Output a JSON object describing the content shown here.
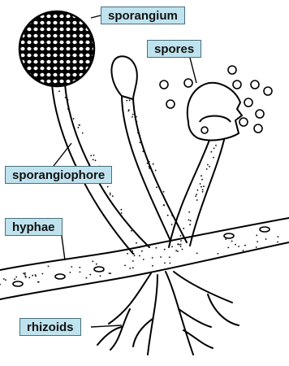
{
  "labels": {
    "sporangium": "sporangium",
    "spores": "spores",
    "sporangiophore": "sporangiophore",
    "hyphae": "hyphae",
    "rhizoids": "rhizoids"
  },
  "colors": {
    "label_fill": "#bfe3ee",
    "label_border": "#4a6f7c",
    "ink": "#000000"
  }
}
